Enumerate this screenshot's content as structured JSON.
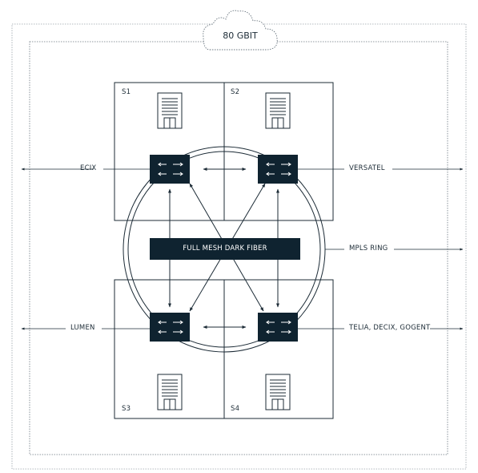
{
  "cloud": {
    "label": "80 GBIT"
  },
  "sites": [
    {
      "id": "S1"
    },
    {
      "id": "S2"
    },
    {
      "id": "S3"
    },
    {
      "id": "S4"
    }
  ],
  "center": {
    "label": "FULL MESH DARK FIBER"
  },
  "ring": {
    "label": "MPLS RING"
  },
  "uplinks": {
    "top_left": "ECIX",
    "top_right": "VERSATEL",
    "bottom_left": "LUMEN",
    "bottom_right": "TELIA, DECIX, GOGENT"
  },
  "colors": {
    "switch": "#0f2330",
    "line": "#1c2b36",
    "background": "#ffffff"
  },
  "icons": [
    "building-icon",
    "switch-icon",
    "cloud-icon"
  ]
}
